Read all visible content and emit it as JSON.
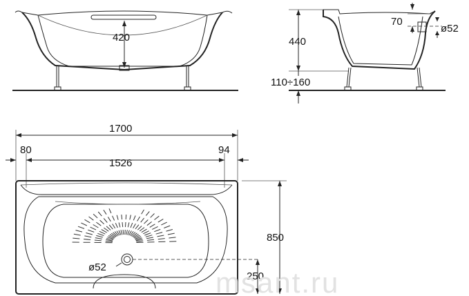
{
  "watermark": "msant.ru",
  "dimensions": {
    "height_420": "420",
    "height_440": "440",
    "depth_70": "70",
    "drain_dia_side": "ø52",
    "legs_range": "110÷160",
    "length_1700": "1700",
    "left_80": "80",
    "inner_1526": "1526",
    "right_94": "94",
    "width_850": "850",
    "drain_dia_plan": "ø52",
    "drain_offset_250": "250"
  }
}
